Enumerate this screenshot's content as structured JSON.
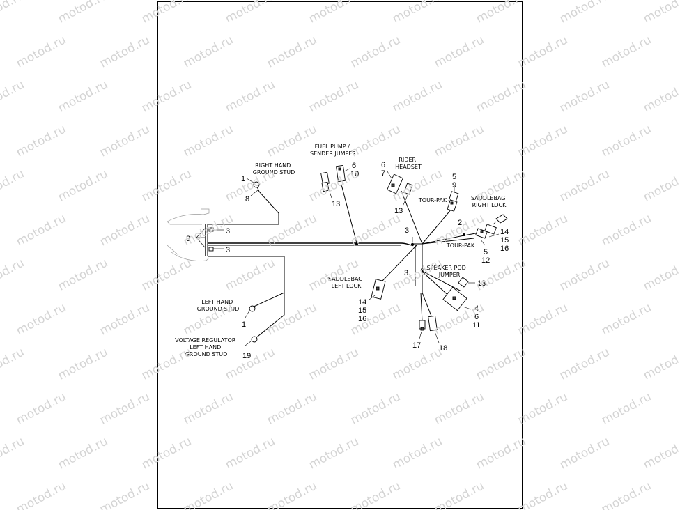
{
  "watermark": "motod.ru",
  "labels": {
    "fuel_pump": [
      "FUEL PUMP /",
      "SENDER JUMPER"
    ],
    "rider_headset": [
      "RIDER",
      "HEADSET"
    ],
    "right_ground": [
      "RIGHT HAND",
      "GROUND STUD"
    ],
    "saddlebag_right": [
      "SADDLEBAG",
      "RIGHT LOCK"
    ],
    "tour_pak_top": [
      "TOUR-PAK"
    ],
    "tour_pak_bottom": [
      "TOUR-PAK"
    ],
    "speaker_pod": [
      "SPEAKER POD",
      "JUMPER"
    ],
    "saddlebag_left": [
      "SADDLEBAG",
      "LEFT LOCK"
    ],
    "left_ground": [
      "LEFT HAND",
      "GROUND STUD"
    ],
    "voltage_regulator": [
      "VOLTAGE REGULATOR",
      "LEFT HAND",
      "GROUND STUD"
    ]
  },
  "callouts": {
    "c6a": "6",
    "c10": "10",
    "c13a": "13",
    "c6b": "6",
    "c7": "7",
    "c13b": "13",
    "c1a": "1",
    "c8": "8",
    "c3a": "3",
    "c3b": "3",
    "c3c": "3",
    "c3d": "3",
    "c3e": "3",
    "c5a": "5",
    "c9": "9",
    "c2": "2",
    "c14a": "14",
    "c15a": "15",
    "c16a": "16",
    "c5b": "5",
    "c12": "12",
    "c13c": "13",
    "c4": "4",
    "c6c": "6",
    "c11": "11",
    "c14b": "14",
    "c15b": "15",
    "c16b": "16",
    "c17": "17",
    "c18": "18",
    "c1b": "1",
    "c19": "19"
  }
}
